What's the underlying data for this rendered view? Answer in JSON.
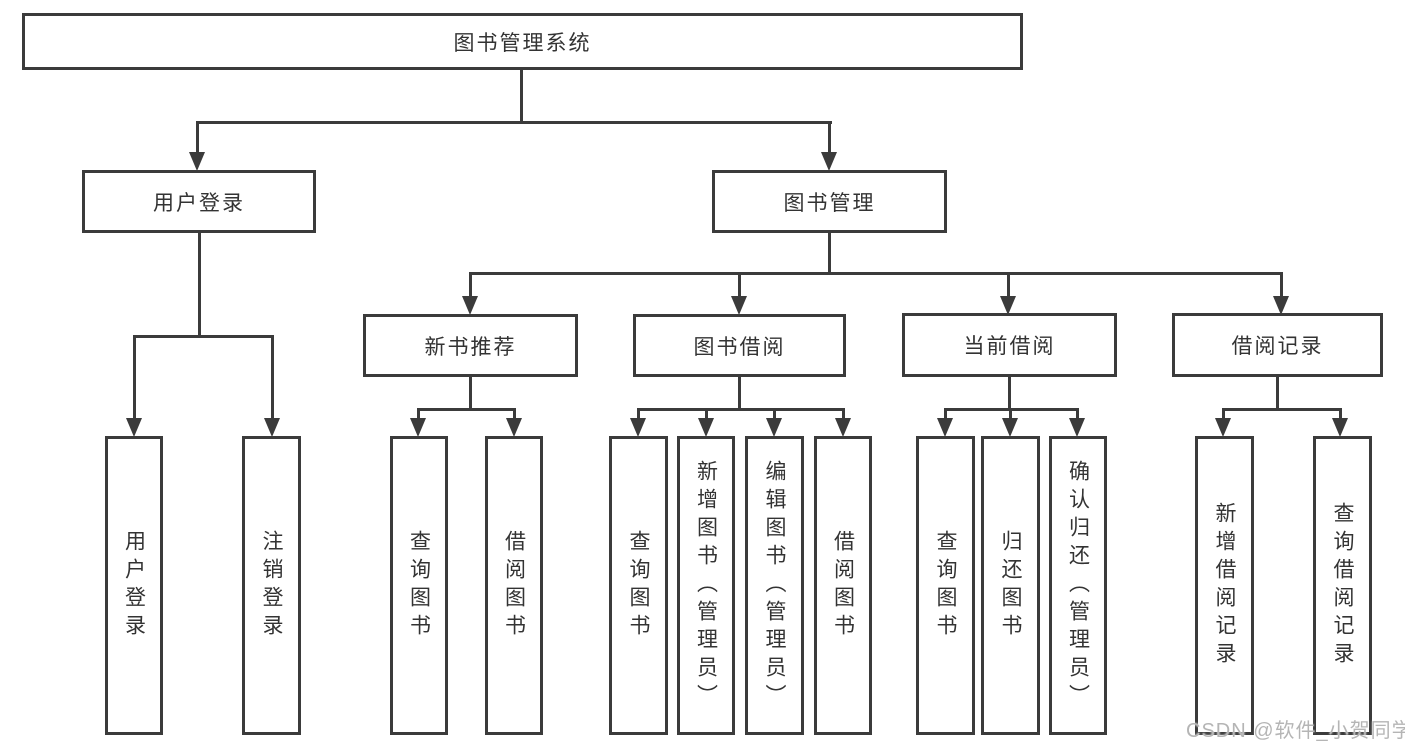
{
  "colors": {
    "line": "#3b3b3b",
    "box_border": "#3b3b3b",
    "text": "#333333",
    "watermark": "#b5b5b5",
    "background": "#ffffff"
  },
  "watermark": {
    "text": "CSDN @软件_小贺同学"
  },
  "tree": {
    "root": {
      "label": "图书管理系统"
    },
    "user_login": {
      "label": "用户登录",
      "children": [
        {
          "label": "用户登录"
        },
        {
          "label": "注销登录"
        }
      ]
    },
    "book_mgmt": {
      "label": "图书管理",
      "sections": [
        {
          "label": "新书推荐",
          "children": [
            {
              "label": "查询图书"
            },
            {
              "label": "借阅图书"
            }
          ]
        },
        {
          "label": "图书借阅",
          "children": [
            {
              "label": "查询图书"
            },
            {
              "label": "新增图书（管理员）"
            },
            {
              "label": "编辑图书（管理员）"
            },
            {
              "label": "借阅图书"
            }
          ]
        },
        {
          "label": "当前借阅",
          "children": [
            {
              "label": "查询图书"
            },
            {
              "label": "归还图书"
            },
            {
              "label": "确认归还（管理员）"
            }
          ]
        },
        {
          "label": "借阅记录",
          "children": [
            {
              "label": "新增借阅记录"
            },
            {
              "label": "查询借阅记录"
            }
          ]
        }
      ]
    }
  }
}
